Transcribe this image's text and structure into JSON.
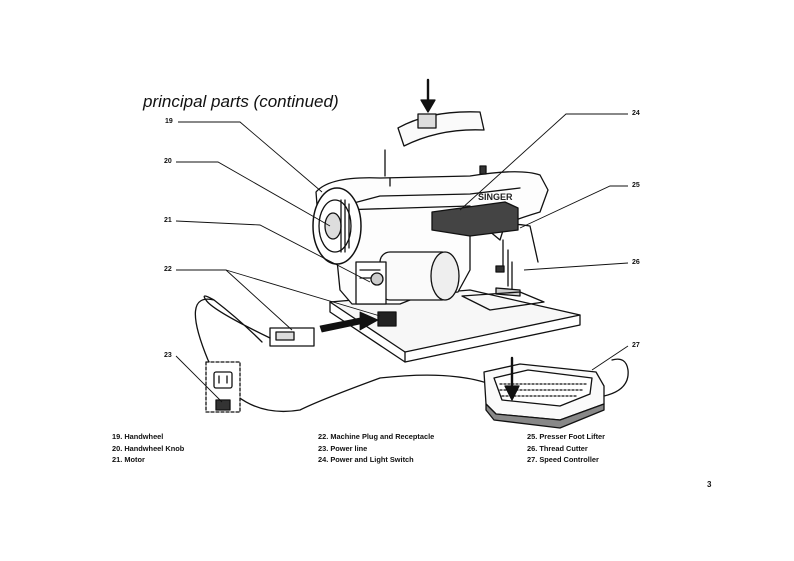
{
  "title": "principal parts (continued)",
  "callouts": {
    "n19": "19",
    "n20": "20",
    "n21": "21",
    "n22": "22",
    "n23": "23",
    "n24": "24",
    "n25": "25",
    "n26": "26",
    "n27": "27"
  },
  "machine_brand": "SINGER",
  "legend": {
    "col1": [
      "19. Handwheel",
      "20. Handwheel Knob",
      "21. Motor"
    ],
    "col2": [
      "22. Machine Plug and Receptacle",
      "23. Power line",
      "24. Power and Light Switch"
    ],
    "col3": [
      "25. Presser Foot Lifter",
      "26. Thread Cutter",
      "27. Speed Controller"
    ]
  },
  "page_number": "3"
}
